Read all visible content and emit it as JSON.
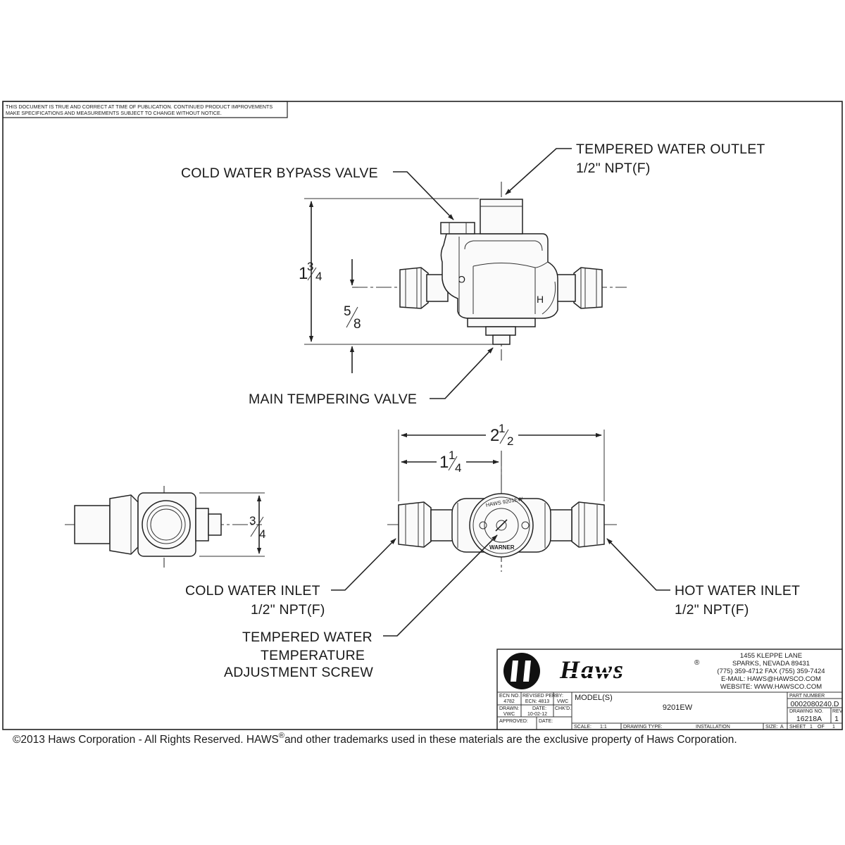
{
  "disclaimer": {
    "line1": "THIS DOCUMENT IS TRUE AND CORRECT AT TIME OF PUBLICATION. CONTINUED PRODUCT IMPROVEMENTS",
    "line2": "MAKE SPECIFICATIONS AND MEASUREMENTS SUBJECT TO CHANGE WITHOUT NOTICE."
  },
  "callouts": {
    "outlet_1": "TEMPERED WATER OUTLET",
    "outlet_2": "1/2\" NPT(F)",
    "bypass": "COLD WATER BYPASS VALVE",
    "main_valve": "MAIN TEMPERING VALVE",
    "cold_inlet_1": "COLD WATER INLET",
    "cold_inlet_2": "1/2\" NPT(F)",
    "hot_inlet_1": "HOT WATER INLET",
    "hot_inlet_2": "1/2\" NPT(F)",
    "adj_1": "TEMPERED WATER",
    "adj_2": "TEMPERATURE",
    "adj_3": "ADJUSTMENT SCREW"
  },
  "dimensions": {
    "height_total": {
      "whole": "1",
      "num": "3",
      "den": "4"
    },
    "height_center": {
      "num": "5",
      "den": "8"
    },
    "width_total": {
      "whole": "2",
      "num": "1",
      "den": "2"
    },
    "width_half": {
      "whole": "1",
      "num": "1",
      "den": "4"
    },
    "side_depth": {
      "num": "3",
      "den": "4"
    }
  },
  "body_marks": {
    "cold": "C",
    "hot": "H",
    "dial_bottom": "WARNER",
    "dial_top": "HAWS 9201EW"
  },
  "title_block": {
    "brand": "Haws",
    "registered": "®",
    "address_1": "1455 KLEPPE LANE",
    "address_2": "SPARKS, NEVADA  89431",
    "phone": "(775) 359-4712  FAX (755) 359-7424",
    "email": "E-MAIL:  HAWS@HAWSCO.COM",
    "website": "WEBSITE: WWW.HAWSCO.COM",
    "ecn_no_label": "ECN NO.",
    "ecn_no": "4782",
    "revised_per_label": "REVISED PER",
    "revised_per": "ECN: 4813",
    "by_label": "BY:",
    "by": "VWC",
    "drawn_label": "DRAWN:",
    "drawn": "VWC",
    "date_label": "DATE:",
    "date": "10-02-12",
    "chkd_label": "CHK'D.",
    "approved_label": "APPROVED:",
    "date2_label": "DATE:",
    "models_label": "MODEL(S)",
    "model": "9201EW",
    "part_number_label": "PART NUMBER",
    "part_number": "0002080240.D",
    "drawing_no_label": "DRAWING NO.",
    "drawing_no": "16218A",
    "rev_label": "REV",
    "rev": "1",
    "scale_label": "SCALE:",
    "scale": "1:1",
    "drawing_type_label": "DRAWING TYPE:",
    "drawing_type": "INSTALLATION",
    "size_label": "SIZE:",
    "size": "A",
    "sheet_label": "SHEET",
    "sheet": "1",
    "of_label": "OF",
    "of": "1"
  },
  "copyright": {
    "part1": "©2013 Haws Corporation - All Rights Reserved.  HAWS",
    "reg": "®",
    "part2": "and other trademarks used in these materials are the exclusive property of Haws Corporation."
  }
}
